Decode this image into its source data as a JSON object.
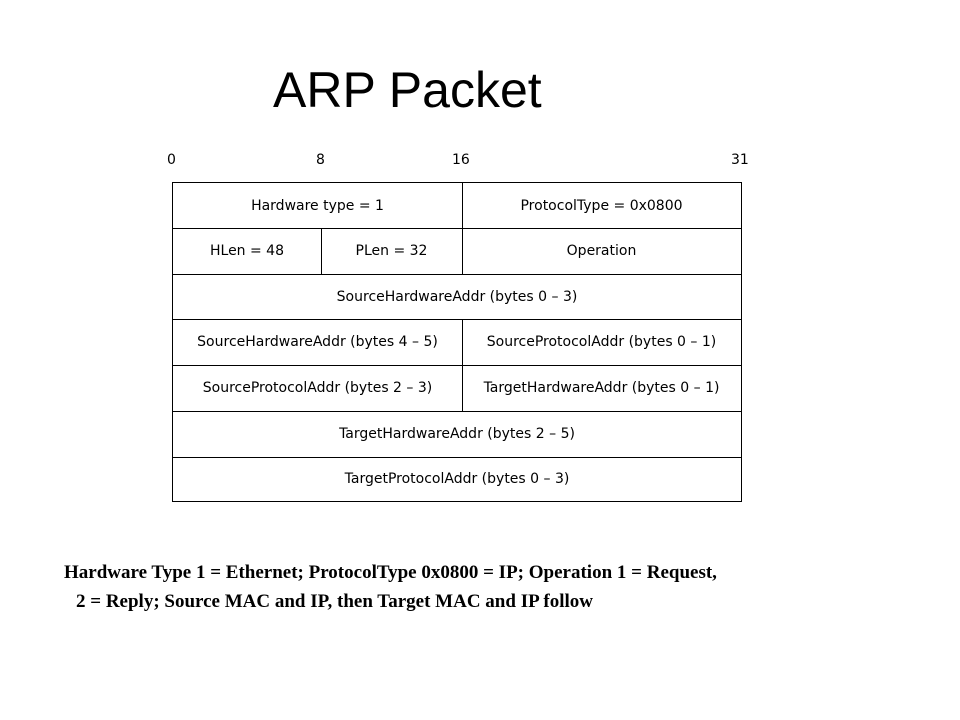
{
  "title": "ARP Packet",
  "bit_ruler": [
    "0",
    "8",
    "16",
    "31"
  ],
  "fields": {
    "hardware_type": "Hardware type = 1",
    "protocol_type": "ProtocolType = 0x0800",
    "hlen": "HLen = 48",
    "plen": "PLen = 32",
    "operation": "Operation",
    "source_hw_0_3": "SourceHardwareAddr (bytes 0  – 3)",
    "source_hw_4_5": "SourceHardwareAddr (bytes 4  – 5)",
    "source_proto_0_1": "SourceProtocolAddr (bytes 0  – 1)",
    "source_proto_2_3": "SourceProtocolAddr (bytes 2  – 3)",
    "target_hw_0_1": "TargetHardwareAddr (bytes 0  – 1)",
    "target_hw_2_5": "TargetHardwareAddr (bytes 2  – 5)",
    "target_proto_0_3": "TargetProtocolAddr (bytes 0  – 3)"
  },
  "caption": {
    "line1": "Hardware Type 1 = Ethernet; ProtocolType 0x0800 = IP; Operation 1 = Request,",
    "line2": "2 = Reply; Source MAC and IP, then Target MAC and IP follow"
  }
}
